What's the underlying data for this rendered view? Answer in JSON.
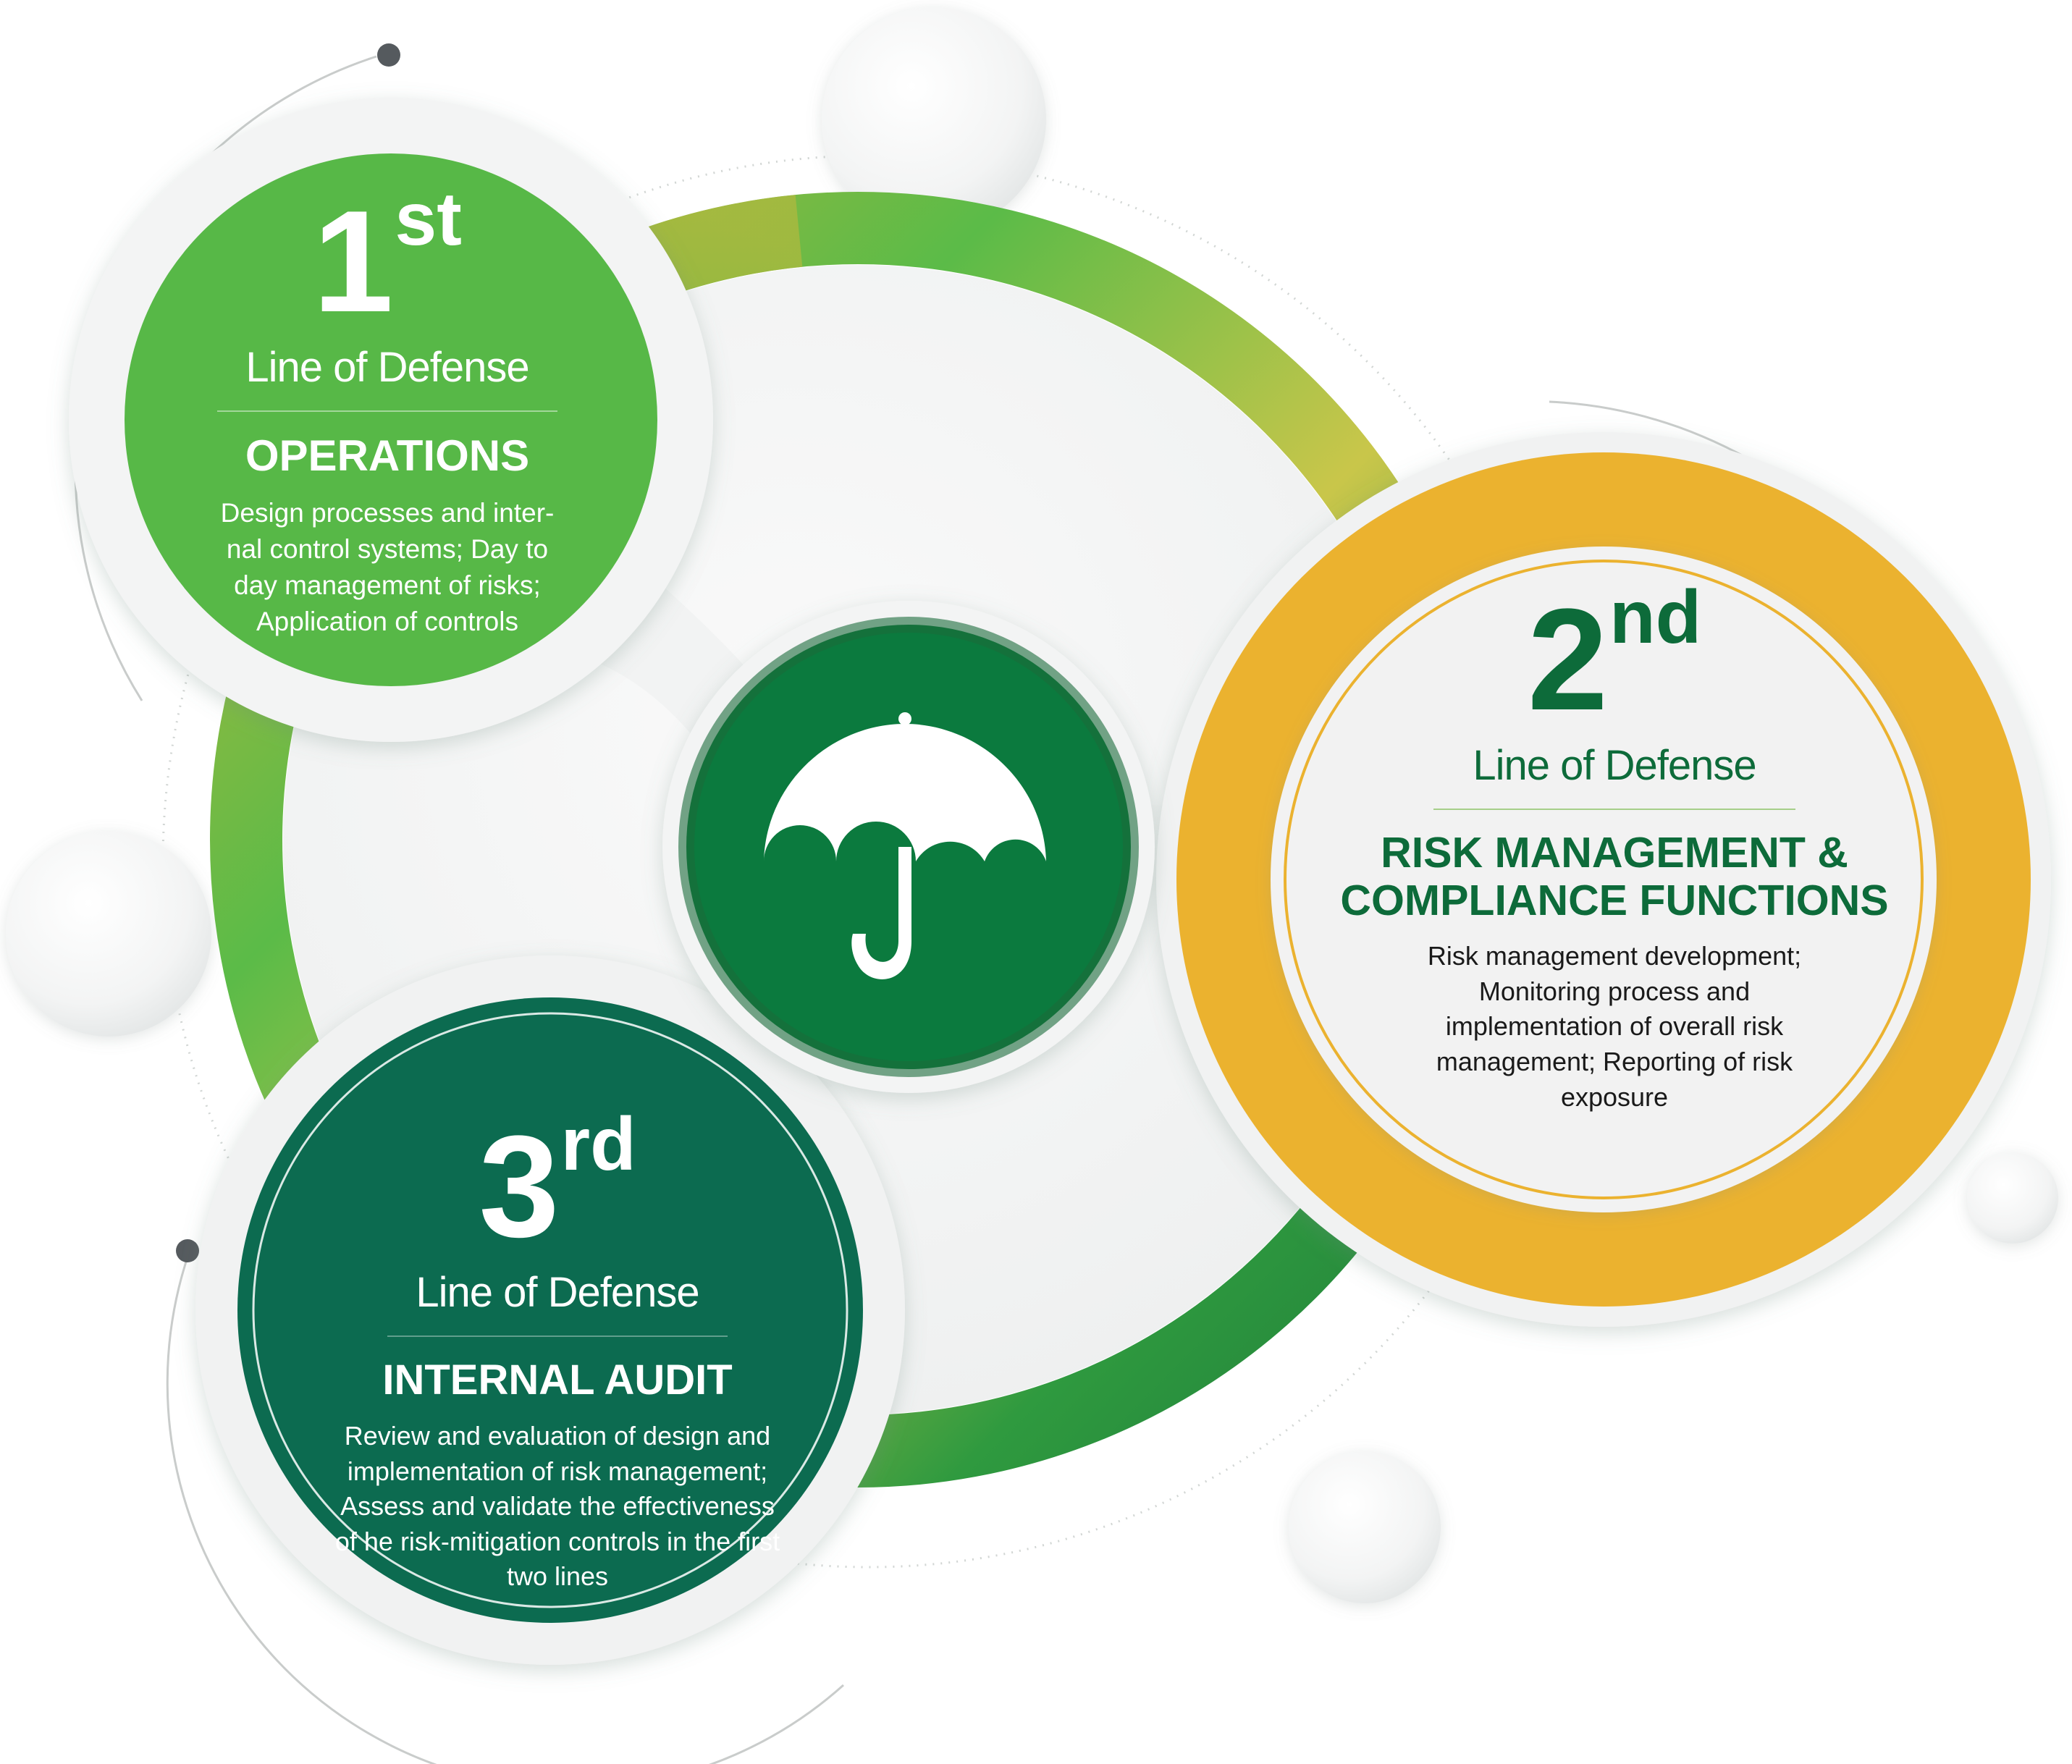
{
  "colors": {
    "first_line": "#57b847",
    "second_line": "#ebb22f",
    "third_line": "#0c6b50",
    "center": "#0b7a3e",
    "heading_dark_green": "#0d6b3a"
  },
  "center": {
    "icon": "umbrella-icon"
  },
  "lines": [
    {
      "number": "1",
      "suffix": "st",
      "label": "Line of Defense",
      "title": "OPERATIONS",
      "description_lines": [
        "Design processes and inter-",
        "nal control systems; Day to",
        "day management of risks;",
        "Application of controls"
      ]
    },
    {
      "number": "2",
      "suffix": "nd",
      "label": "Line of Defense",
      "title_lines": [
        "RISK MANAGEMENT &",
        "COMPLIANCE FUNCTIONS"
      ],
      "description_lines": [
        "Risk management development;",
        "Monitoring process and",
        "implementation of overall risk",
        "management; Reporting of risk",
        "exposure"
      ]
    },
    {
      "number": "3",
      "suffix": "rd",
      "label": "Line of Defense",
      "title": "INTERNAL AUDIT",
      "description_lines": [
        "Review and evaluation of design and",
        "implementation of risk management;",
        "Assess and validate the effectiveness",
        "of he risk-mitigation controls in the first",
        "two lines"
      ]
    }
  ]
}
